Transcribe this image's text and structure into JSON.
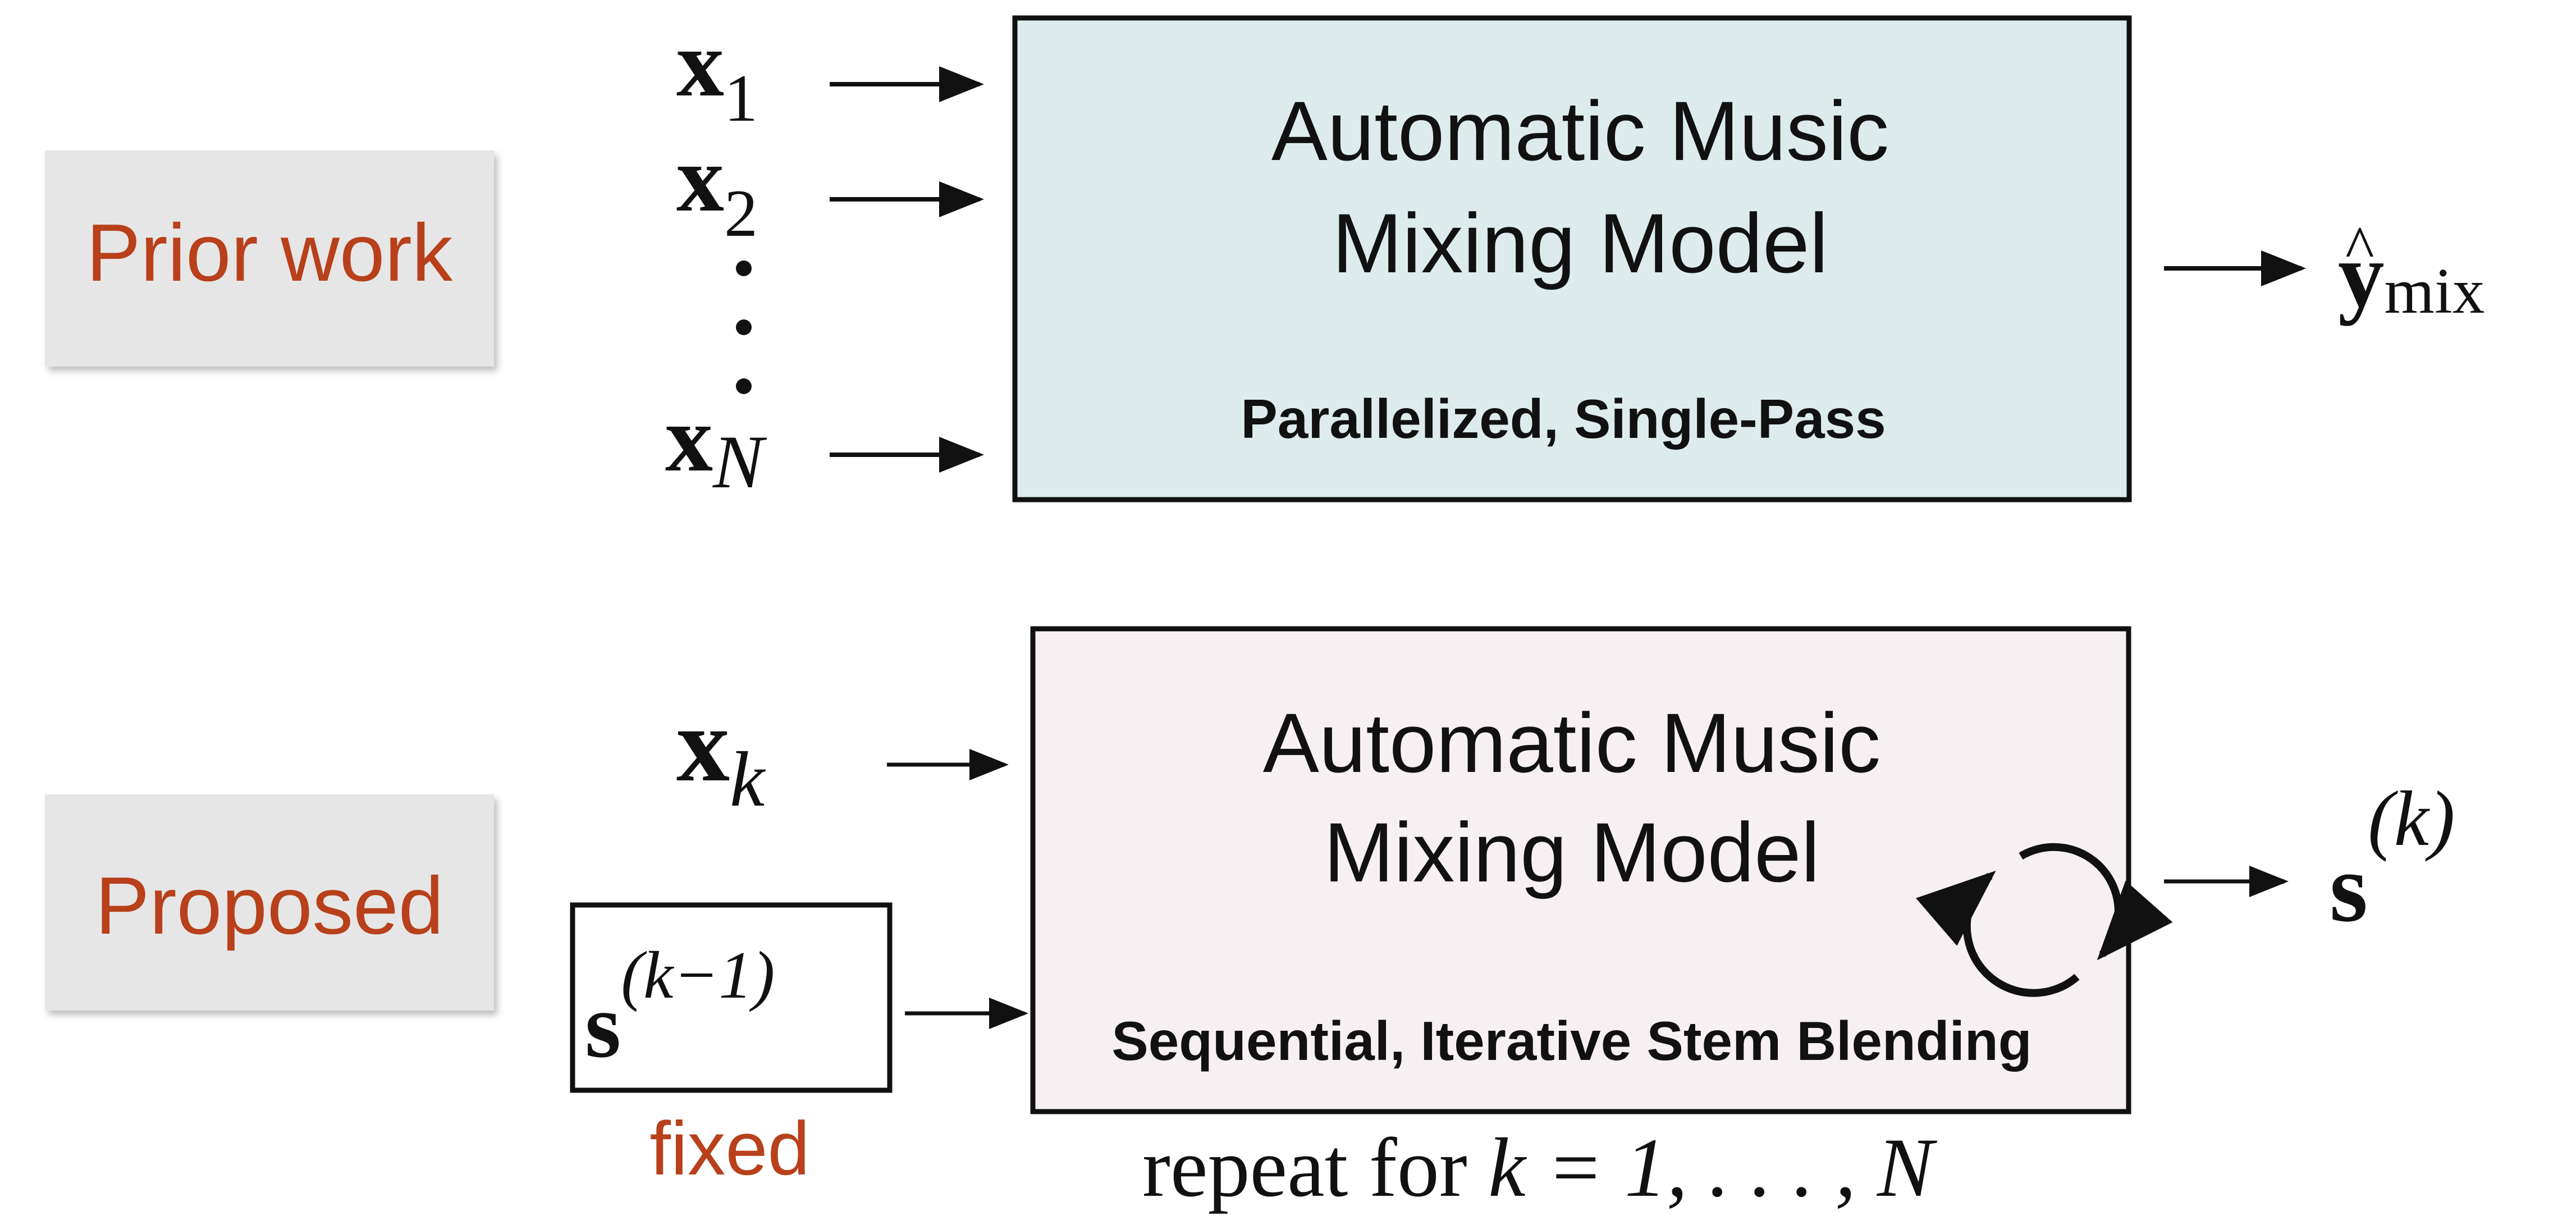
{
  "prior_work": {
    "tag_label": "Prior work",
    "inputs": [
      {
        "base": "x",
        "sub": "1"
      },
      {
        "base": "x",
        "sub": "2"
      },
      {
        "base": "x",
        "sub": "N"
      }
    ],
    "model_title_line1": "Automatic Music",
    "model_title_line2": "Mixing Model",
    "model_caption": "Parallelized, Single-Pass",
    "output": {
      "base": "y",
      "accent": "^",
      "sub": "mix"
    }
  },
  "proposed": {
    "tag_label": "Proposed",
    "input": {
      "base": "x",
      "sub": "k"
    },
    "state_input": {
      "base": "s",
      "sup": "(k−1)"
    },
    "state_note": "fixed",
    "model_title_line1": "Automatic Music",
    "model_title_line2": "Mixing Model",
    "model_caption": "Sequential, Iterative Stem Blending",
    "output": {
      "base": "s",
      "sup": "(k)"
    },
    "repeat_text": "repeat for ",
    "repeat_math": "k = 1, . . . , N"
  },
  "colors": {
    "tag_bg": "#e6e6e6",
    "tag_text": "#b8401b",
    "prior_box_fill": "#ddebec",
    "proposed_box_fill": "#f6f0f2",
    "stroke": "#111111"
  }
}
